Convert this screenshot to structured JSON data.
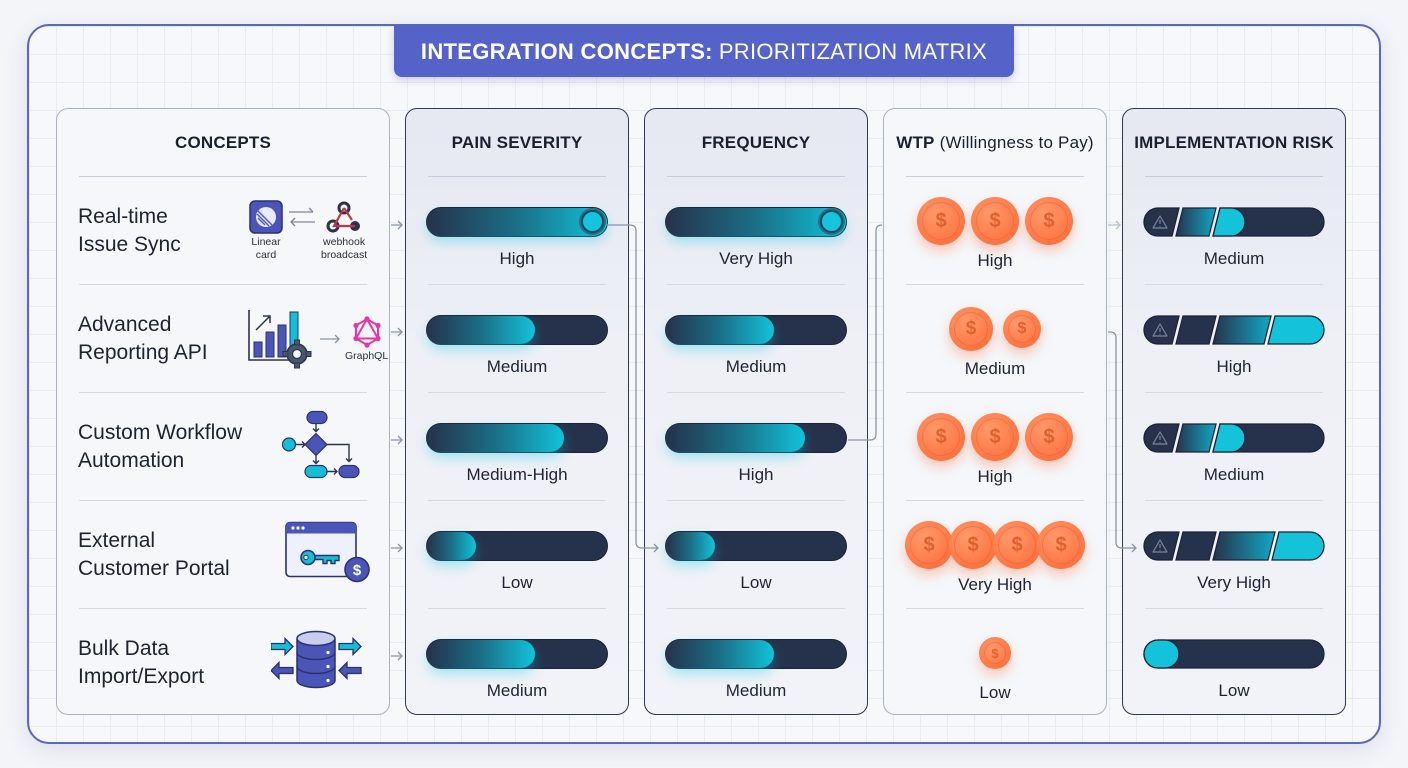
{
  "title": {
    "bold": "INTEGRATION CONCEPTS:",
    "light": "PRIORITIZATION MATRIX"
  },
  "colors": {
    "frame_border": "#5a66c4",
    "banner": "#5563c9",
    "bar_track": "#26324b",
    "bar_accent": "#11c3da",
    "coin": "#ff7a48",
    "graphql": "#e535ab"
  },
  "columns": {
    "concepts": {
      "header": "CONCEPTS"
    },
    "pain": {
      "header": "PAIN SEVERITY"
    },
    "frequency": {
      "header": "FREQUENCY"
    },
    "wtp": {
      "header_bold": "WTP",
      "header_thin": "(Willingness to Pay)"
    },
    "risk": {
      "header": "IMPLEMENTATION RISK"
    }
  },
  "concepts": [
    {
      "name": "Real-time\nIssue Sync",
      "icon": "linear-webhook-sync-icon",
      "icon_labels": [
        "Linear\ncard",
        "webhook\nbroadcast"
      ],
      "pain": {
        "label": "High",
        "level": 1.0
      },
      "frequency": {
        "label": "Very High",
        "level": 1.0
      },
      "wtp": {
        "label": "High",
        "coins": 3
      },
      "risk": {
        "label": "Medium",
        "level": 0.5
      }
    },
    {
      "name": "Advanced\nReporting API",
      "icon": "reporting-chart-gear-icon",
      "icon_labels": [
        "GraphQL"
      ],
      "pain": {
        "label": "Medium",
        "level": 0.6
      },
      "frequency": {
        "label": "Medium",
        "level": 0.6
      },
      "wtp": {
        "label": "Medium",
        "coins": 2
      },
      "risk": {
        "label": "High",
        "level": 0.75
      }
    },
    {
      "name": "Custom Workflow\nAutomation",
      "icon": "workflow-flowchart-icon",
      "icon_labels": [],
      "pain": {
        "label": "Medium-High",
        "level": 0.76
      },
      "frequency": {
        "label": "High",
        "level": 0.77
      },
      "wtp": {
        "label": "High",
        "coins": 3
      },
      "risk": {
        "label": "Medium",
        "level": 0.5
      }
    },
    {
      "name": "External\nCustomer Portal",
      "icon": "portal-key-dollar-icon",
      "icon_labels": [],
      "pain": {
        "label": "Low",
        "level": 0.27
      },
      "frequency": {
        "label": "Low",
        "level": 0.27
      },
      "wtp": {
        "label": "Very High",
        "coins": 4
      },
      "risk": {
        "label": "Very High",
        "level": 1.0
      }
    },
    {
      "name": "Bulk Data\nImport/Export",
      "icon": "database-import-export-icon",
      "icon_labels": [],
      "pain": {
        "label": "Medium",
        "level": 0.6
      },
      "frequency": {
        "label": "Medium",
        "level": 0.6
      },
      "wtp": {
        "label": "Low",
        "coins": 1
      },
      "risk": {
        "label": "Low",
        "level": 0.2
      }
    }
  ]
}
